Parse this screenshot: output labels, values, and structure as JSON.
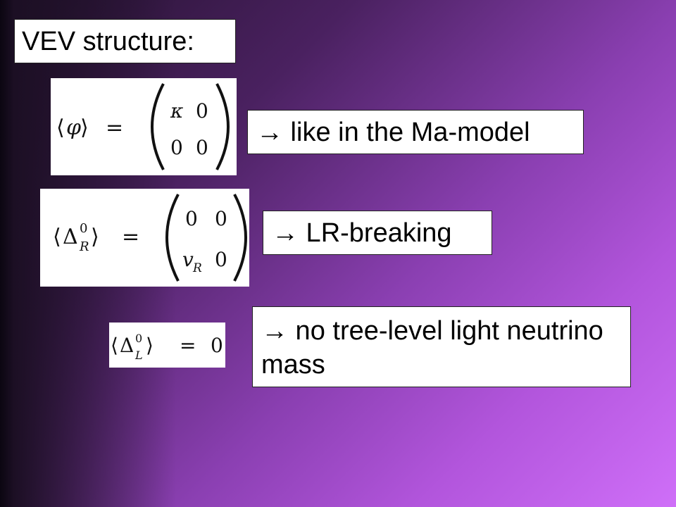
{
  "slide": {
    "title": "VEV structure:",
    "equations": [
      {
        "lhs_open": "⟨",
        "lhs_symbol": "φ",
        "lhs_close": "⟩",
        "equals": "=",
        "matrix": [
          [
            "κ",
            "0"
          ],
          [
            "0",
            "0"
          ]
        ]
      },
      {
        "lhs_open": "⟨",
        "lhs_symbol": "Δ",
        "lhs_sup": "0",
        "lhs_sub": "R",
        "lhs_close": "⟩",
        "equals": "=",
        "matrix": [
          [
            "0",
            "0"
          ],
          [
            "v",
            "0"
          ]
        ],
        "matrix_sub": "R"
      },
      {
        "lhs_open": "⟨",
        "lhs_symbol": "Δ",
        "lhs_sup": "0",
        "lhs_sub": "L",
        "lhs_close": "⟩",
        "equals": "=",
        "rhs": "0"
      }
    ],
    "notes": [
      "→ like in the Ma-model",
      "→ LR-breaking",
      "→ no tree-level light neutrino mass"
    ]
  }
}
